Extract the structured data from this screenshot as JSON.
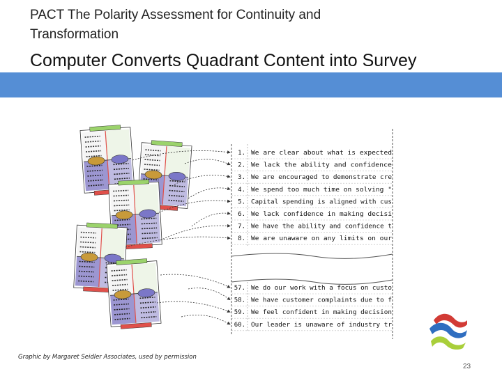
{
  "header": {
    "line1": "PACT  The Polarity Assessment for Continuity and",
    "line2": "Transformation",
    "title": "Computer Converts Quadrant Content into Survey"
  },
  "survey": {
    "top_items": [
      {
        "num": "1.",
        "text": "We are clear about what is expected"
      },
      {
        "num": "2.",
        "text": "We lack the ability and confidence"
      },
      {
        "num": "3.",
        "text": "We are encouraged to demonstrate cre"
      },
      {
        "num": "4.",
        "text": "We spend too much time on solving \""
      },
      {
        "num": "5.",
        "text": "Capital spending is aligned with cus"
      },
      {
        "num": "6.",
        "text": "We lack confidence in making decisi"
      },
      {
        "num": "7.",
        "text": "We have the ability and confidence t"
      },
      {
        "num": "8.",
        "text": "We are unaware on any limits on our"
      }
    ],
    "bottom_items": [
      {
        "num": "57.",
        "text": "We do our work with a focus on custo"
      },
      {
        "num": "58.",
        "text": "We have customer complaints due to f"
      },
      {
        "num": "59.",
        "text": "We feel confident in making decision"
      },
      {
        "num": "60.",
        "text": "Our leader is unaware of industry tr"
      }
    ]
  },
  "footer": {
    "credit": "Graphic by Margaret Seidler Associates, used by permission",
    "page_number": "23"
  },
  "colors": {
    "band": "#558ed5",
    "quad_green": "#9bd36b",
    "quad_purple": "#8b84c9",
    "quad_red": "#e0504a",
    "oval_gold": "#c89a3a",
    "oval_purple": "#7b77c8",
    "logo_red": "#d23b35",
    "logo_blue": "#2f6ec0",
    "logo_green": "#a9cf3a"
  }
}
